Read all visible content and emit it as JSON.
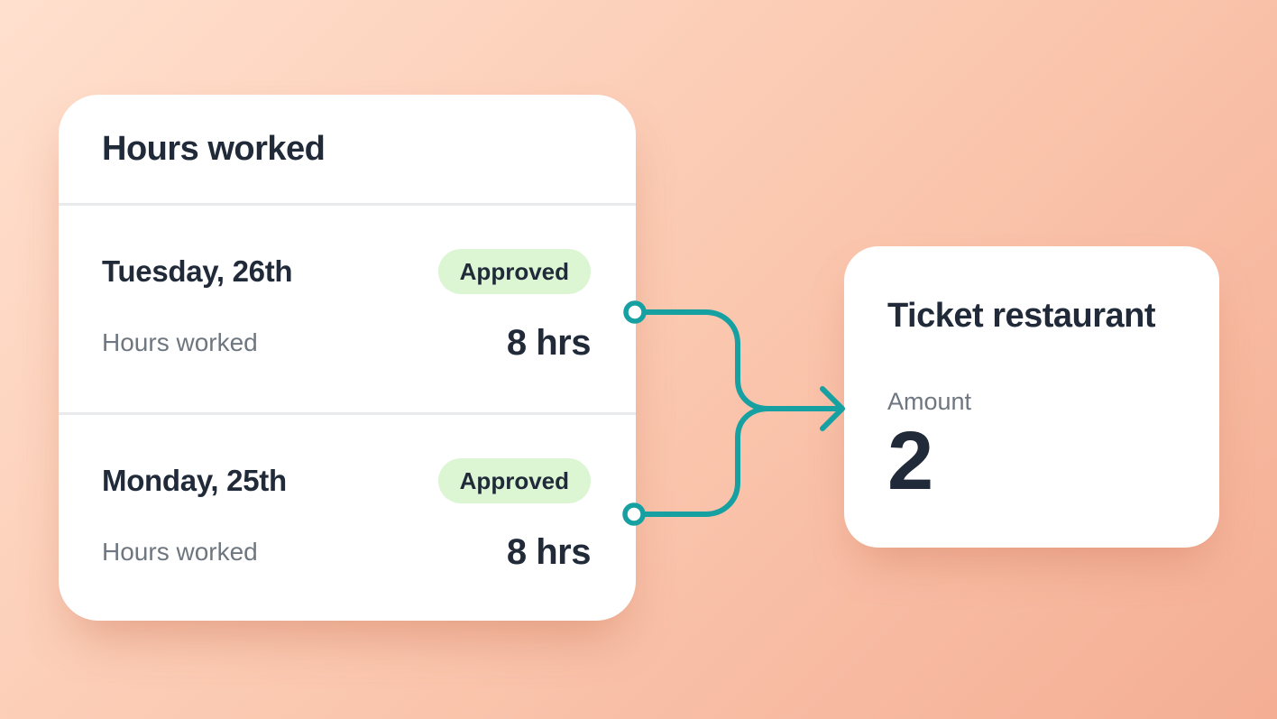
{
  "colors": {
    "background_start": "#ffe0ce",
    "background_end": "#f4ae94",
    "accent_teal": "#16a0a1",
    "badge_background": "#dcf5d3",
    "text_dark": "#212a39",
    "text_muted": "#6e7680",
    "divider": "#e9eaec",
    "card_background": "#ffffff"
  },
  "hours_card": {
    "title": "Hours worked",
    "rows": [
      {
        "day": "Tuesday, 26th",
        "status": "Approved",
        "label": "Hours worked",
        "value": "8 hrs"
      },
      {
        "day": "Monday, 25th",
        "status": "Approved",
        "label": "Hours worked",
        "value": "8 hrs"
      }
    ]
  },
  "ticket_card": {
    "title": "Ticket restaurant",
    "amount_label": "Amount",
    "amount_value": "2"
  },
  "connector": {
    "meaning": "two approved timesheet days merge into one ticket restaurant amount"
  }
}
